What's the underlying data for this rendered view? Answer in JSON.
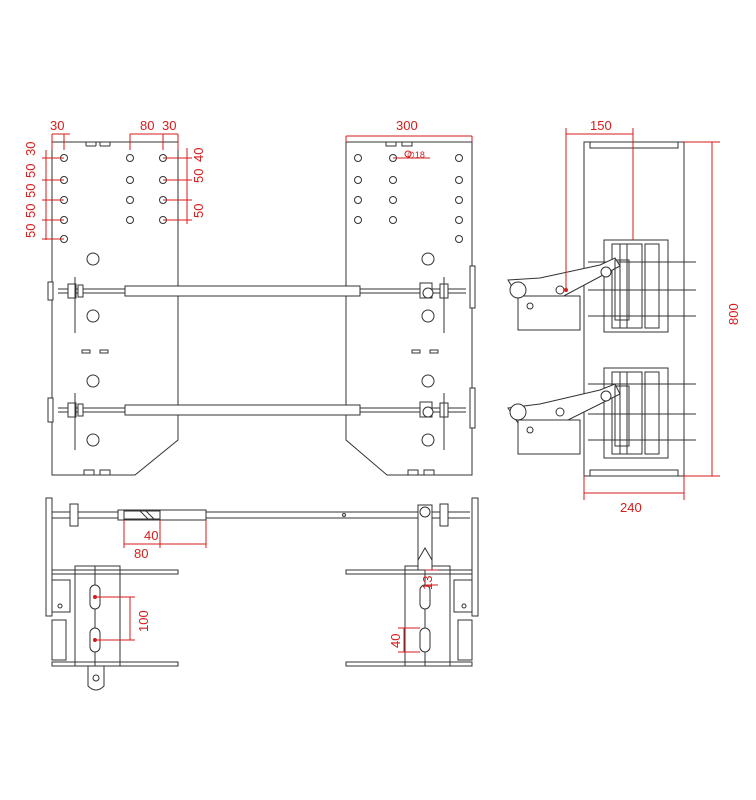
{
  "colors": {
    "line": "#333333",
    "dimension": "#d81b1b",
    "background": "#ffffff"
  },
  "top_view": {
    "dims": {
      "left_30": "30",
      "left_80": "80",
      "left_30b": "30",
      "right_300": "300",
      "v_left": [
        "30",
        "50",
        "50",
        "50",
        "50"
      ],
      "v_right": [
        "40",
        "50",
        "50"
      ],
      "hole_diameter": "∅18"
    }
  },
  "side_view": {
    "dims": {
      "top_150": "150",
      "height_800": "800",
      "bottom_240": "240"
    }
  },
  "front_view": {
    "dims": {
      "d40": "40",
      "d80": "80",
      "d100": "100",
      "d13": "13",
      "d40b": "40"
    }
  }
}
